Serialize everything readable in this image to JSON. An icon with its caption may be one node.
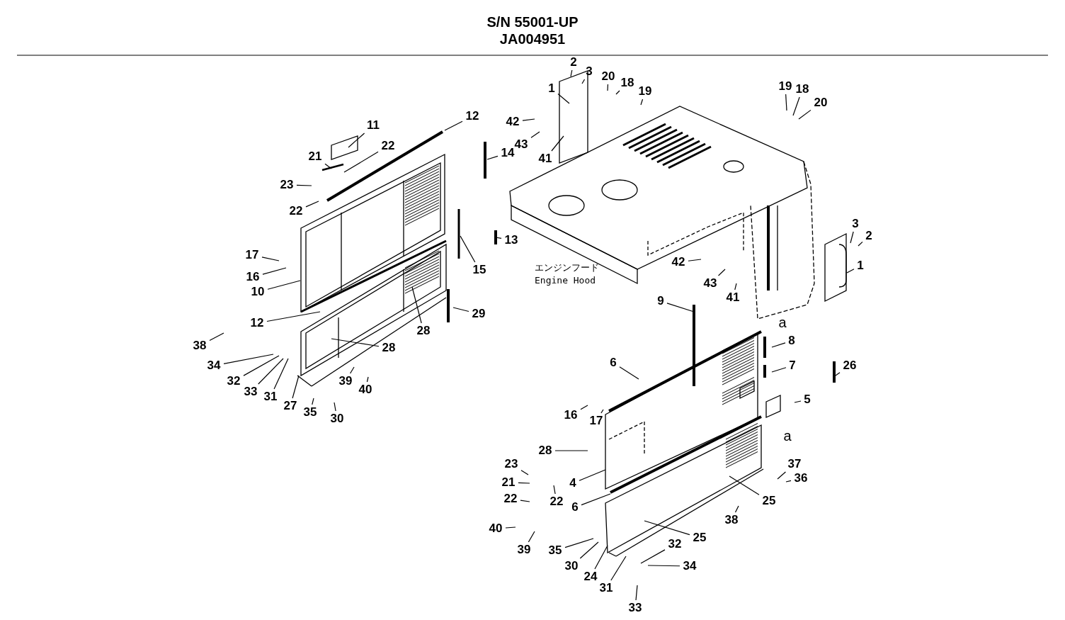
{
  "diagram": {
    "title": "S/N 55001-UP",
    "nodes": [
      {
        "text": [
          "11"
        ]
      },
      {
        "text": [
          "12"
        ]
      },
      {
        "text": [
          "22"
        ]
      },
      {
        "text": [
          "21"
        ]
      },
      {
        "text": [
          "14"
        ]
      },
      {
        "text": [
          "23"
        ]
      },
      {
        "text": [
          "22"
        ]
      },
      {
        "text": [
          "17"
        ]
      },
      {
        "text": [
          "13"
        ]
      },
      {
        "text": [
          "16"
        ]
      },
      {
        "text": [
          "15"
        ]
      },
      {
        "text": [
          "10"
        ]
      },
      {
        "text": [
          "12"
        ]
      },
      {
        "text": [
          "29"
        ]
      },
      {
        "text": [
          "28"
        ]
      },
      {
        "text": [
          "28"
        ]
      },
      {
        "text": [
          "38"
        ]
      },
      {
        "text": [
          "34"
        ]
      },
      {
        "text": [
          "32"
        ]
      },
      {
        "text": [
          "33"
        ]
      },
      {
        "text": [
          "31"
        ]
      },
      {
        "text": [
          "27"
        ]
      },
      {
        "text": [
          "35"
        ]
      },
      {
        "text": [
          "39"
        ]
      },
      {
        "text": [
          "40"
        ]
      },
      {
        "text": [
          "30"
        ]
      },
      {
        "text": [
          "2"
        ]
      },
      {
        "text": [
          "3"
        ]
      },
      {
        "text": [
          "1"
        ]
      },
      {
        "text": [
          "20"
        ]
      },
      {
        "text": [
          "18"
        ]
      },
      {
        "text": [
          "19"
        ]
      },
      {
        "text": [
          "42"
        ]
      },
      {
        "text": [
          "43"
        ]
      },
      {
        "text": [
          "41"
        ]
      },
      {
        "text": [
          "19"
        ]
      },
      {
        "text": [
          "18"
        ]
      },
      {
        "text": [
          "20"
        ]
      },
      {
        "text": [
          "3"
        ]
      },
      {
        "text": [
          "2"
        ]
      },
      {
        "text": [
          "1"
        ]
      },
      {
        "text": [
          "42"
        ]
      },
      {
        "text": [
          "43"
        ]
      },
      {
        "text": [
          "41"
        ]
      },
      {
        "text": [
          "9"
        ]
      },
      {
        "text": [
          "8"
        ]
      },
      {
        "text": [
          "7"
        ]
      },
      {
        "text": [
          "26"
        ]
      },
      {
        "text": [
          "6"
        ]
      },
      {
        "text": [
          "5"
        ]
      },
      {
        "text": [
          "16"
        ]
      },
      {
        "text": [
          "17"
        ]
      },
      {
        "text": [
          "28"
        ]
      },
      {
        "text": [
          "23"
        ]
      },
      {
        "text": [
          "21"
        ]
      },
      {
        "text": [
          "22"
        ]
      },
      {
        "text": [
          "22"
        ]
      },
      {
        "text": [
          "4"
        ]
      },
      {
        "text": [
          "6"
        ]
      },
      {
        "text": [
          "37"
        ]
      },
      {
        "text": [
          "36"
        ]
      },
      {
        "text": [
          "25"
        ]
      },
      {
        "text": [
          "38"
        ]
      },
      {
        "text": [
          "40"
        ]
      },
      {
        "text": [
          "39"
        ]
      },
      {
        "text": [
          "25"
        ]
      },
      {
        "text": [
          "35"
        ]
      },
      {
        "text": [
          "30"
        ]
      },
      {
        "text": [
          "24"
        ]
      },
      {
        "text": [
          "32"
        ]
      },
      {
        "text": [
          "31"
        ]
      },
      {
        "text": [
          "34"
        ]
      },
      {
        "text": [
          "33"
        ]
      }
    ],
    "edges": [
      {
        "from": 0,
        "to": null,
        "arrow": "none"
      },
      {
        "from": 1,
        "to": null,
        "arrow": "none"
      },
      {
        "from": 2,
        "to": null,
        "arrow": "none"
      },
      {
        "from": 3,
        "to": null,
        "arrow": "none"
      },
      {
        "from": 4,
        "to": null,
        "arrow": "none"
      },
      {
        "from": 5,
        "to": null,
        "arrow": "none"
      },
      {
        "from": 6,
        "to": null,
        "arrow": "none"
      },
      {
        "from": 7,
        "to": null,
        "arrow": "none"
      },
      {
        "from": 8,
        "to": null,
        "arrow": "none"
      },
      {
        "from": 9,
        "to": null,
        "arrow": "none"
      },
      {
        "from": 10,
        "to": null,
        "arrow": "none"
      },
      {
        "from": 11,
        "to": null,
        "arrow": "none"
      },
      {
        "from": 12,
        "to": null,
        "arrow": "none"
      },
      {
        "from": 13,
        "to": null,
        "arrow": "none"
      },
      {
        "from": 14,
        "to": null,
        "arrow": "none"
      },
      {
        "from": 15,
        "to": null,
        "arrow": "none"
      },
      {
        "from": 16,
        "to": null,
        "arrow": "none"
      },
      {
        "from": 17,
        "to": null,
        "arrow": "none"
      },
      {
        "from": 18,
        "to": null,
        "arrow": "none"
      },
      {
        "from": 19,
        "to": null,
        "arrow": "none"
      },
      {
        "from": 20,
        "to": null,
        "arrow": "none"
      },
      {
        "from": 21,
        "to": null,
        "arrow": "none"
      },
      {
        "from": 22,
        "to": null,
        "arrow": "none"
      },
      {
        "from": 23,
        "to": null,
        "arrow": "none"
      },
      {
        "from": 24,
        "to": null,
        "arrow": "none"
      },
      {
        "from": 25,
        "to": null,
        "arrow": "none"
      },
      {
        "from": 26,
        "to": null,
        "arrow": "none"
      },
      {
        "from": 27,
        "to": null,
        "arrow": "none"
      },
      {
        "from": 28,
        "to": null,
        "arrow": "none"
      },
      {
        "from": 29,
        "to": null,
        "arrow": "none"
      },
      {
        "from": 30,
        "to": null,
        "arrow": "none"
      },
      {
        "from": 31,
        "to": null,
        "arrow": "none"
      },
      {
        "from": 32,
        "to": null,
        "arrow": "none"
      },
      {
        "from": 33,
        "to": null,
        "arrow": "none"
      },
      {
        "from": 34,
        "to": null,
        "arrow": "none"
      },
      {
        "from": 35,
        "to": null,
        "arrow": "none"
      },
      {
        "from": 36,
        "to": null,
        "arrow": "none"
      },
      {
        "from": 37,
        "to": null,
        "arrow": "none"
      },
      {
        "from": 38,
        "to": null,
        "arrow": "none"
      },
      {
        "from": 39,
        "to": null,
        "arrow": "none"
      },
      {
        "from": 40,
        "to": null,
        "arrow": "none"
      },
      {
        "from": 41,
        "to": null,
        "arrow": "none"
      },
      {
        "from": 42,
        "to": null,
        "arrow": "none"
      },
      {
        "from": 43,
        "to": null,
        "arrow": "none"
      },
      {
        "from": 44,
        "to": null,
        "arrow": "none"
      },
      {
        "from": 45,
        "to": null,
        "arrow": "none"
      },
      {
        "from": 46,
        "to": null,
        "arrow": "none"
      },
      {
        "from": 47,
        "to": null,
        "arrow": "none"
      },
      {
        "from": 48,
        "to": null,
        "arrow": "none"
      },
      {
        "from": 49,
        "to": null,
        "arrow": "none"
      },
      {
        "from": 50,
        "to": null,
        "arrow": "none"
      },
      {
        "from": 51,
        "to": null,
        "arrow": "none"
      },
      {
        "from": 52,
        "to": null,
        "arrow": "none"
      },
      {
        "from": 53,
        "to": null,
        "arrow": "none"
      },
      {
        "from": 54,
        "to": null,
        "arrow": "none"
      },
      {
        "from": 55,
        "to": null,
        "arrow": "none"
      },
      {
        "from": 56,
        "to": null,
        "arrow": "none"
      },
      {
        "from": 57,
        "to": null,
        "arrow": "none"
      },
      {
        "from": 58,
        "to": null,
        "arrow": "none"
      },
      {
        "from": 59,
        "to": null,
        "arrow": "none"
      },
      {
        "from": 60,
        "to": null,
        "arrow": "none"
      },
      {
        "from": 61,
        "to": null,
        "arrow": "none"
      },
      {
        "from": 62,
        "to": null,
        "arrow": "none"
      },
      {
        "from": 63,
        "to": null,
        "arrow": "none"
      },
      {
        "from": 64,
        "to": null,
        "arrow": "none"
      },
      {
        "from": 65,
        "to": null,
        "arrow": "none"
      },
      {
        "from": 66,
        "to": null,
        "arrow": "none"
      },
      {
        "from": 67,
        "to": null,
        "arrow": "none"
      },
      {
        "from": 68,
        "to": null,
        "arrow": "none"
      },
      {
        "from": 69,
        "to": null,
        "arrow": "none"
      },
      {
        "from": 70,
        "to": null,
        "arrow": "none"
      },
      {
        "from": 71,
        "to": null,
        "arrow": "none"
      },
      {
        "from": 72,
        "to": null,
        "arrow": "none"
      }
    ],
    "labels": [
      "JA004951",
      "エンジンフード",
      "Engine Hood",
      "a",
      "a"
    ]
  }
}
